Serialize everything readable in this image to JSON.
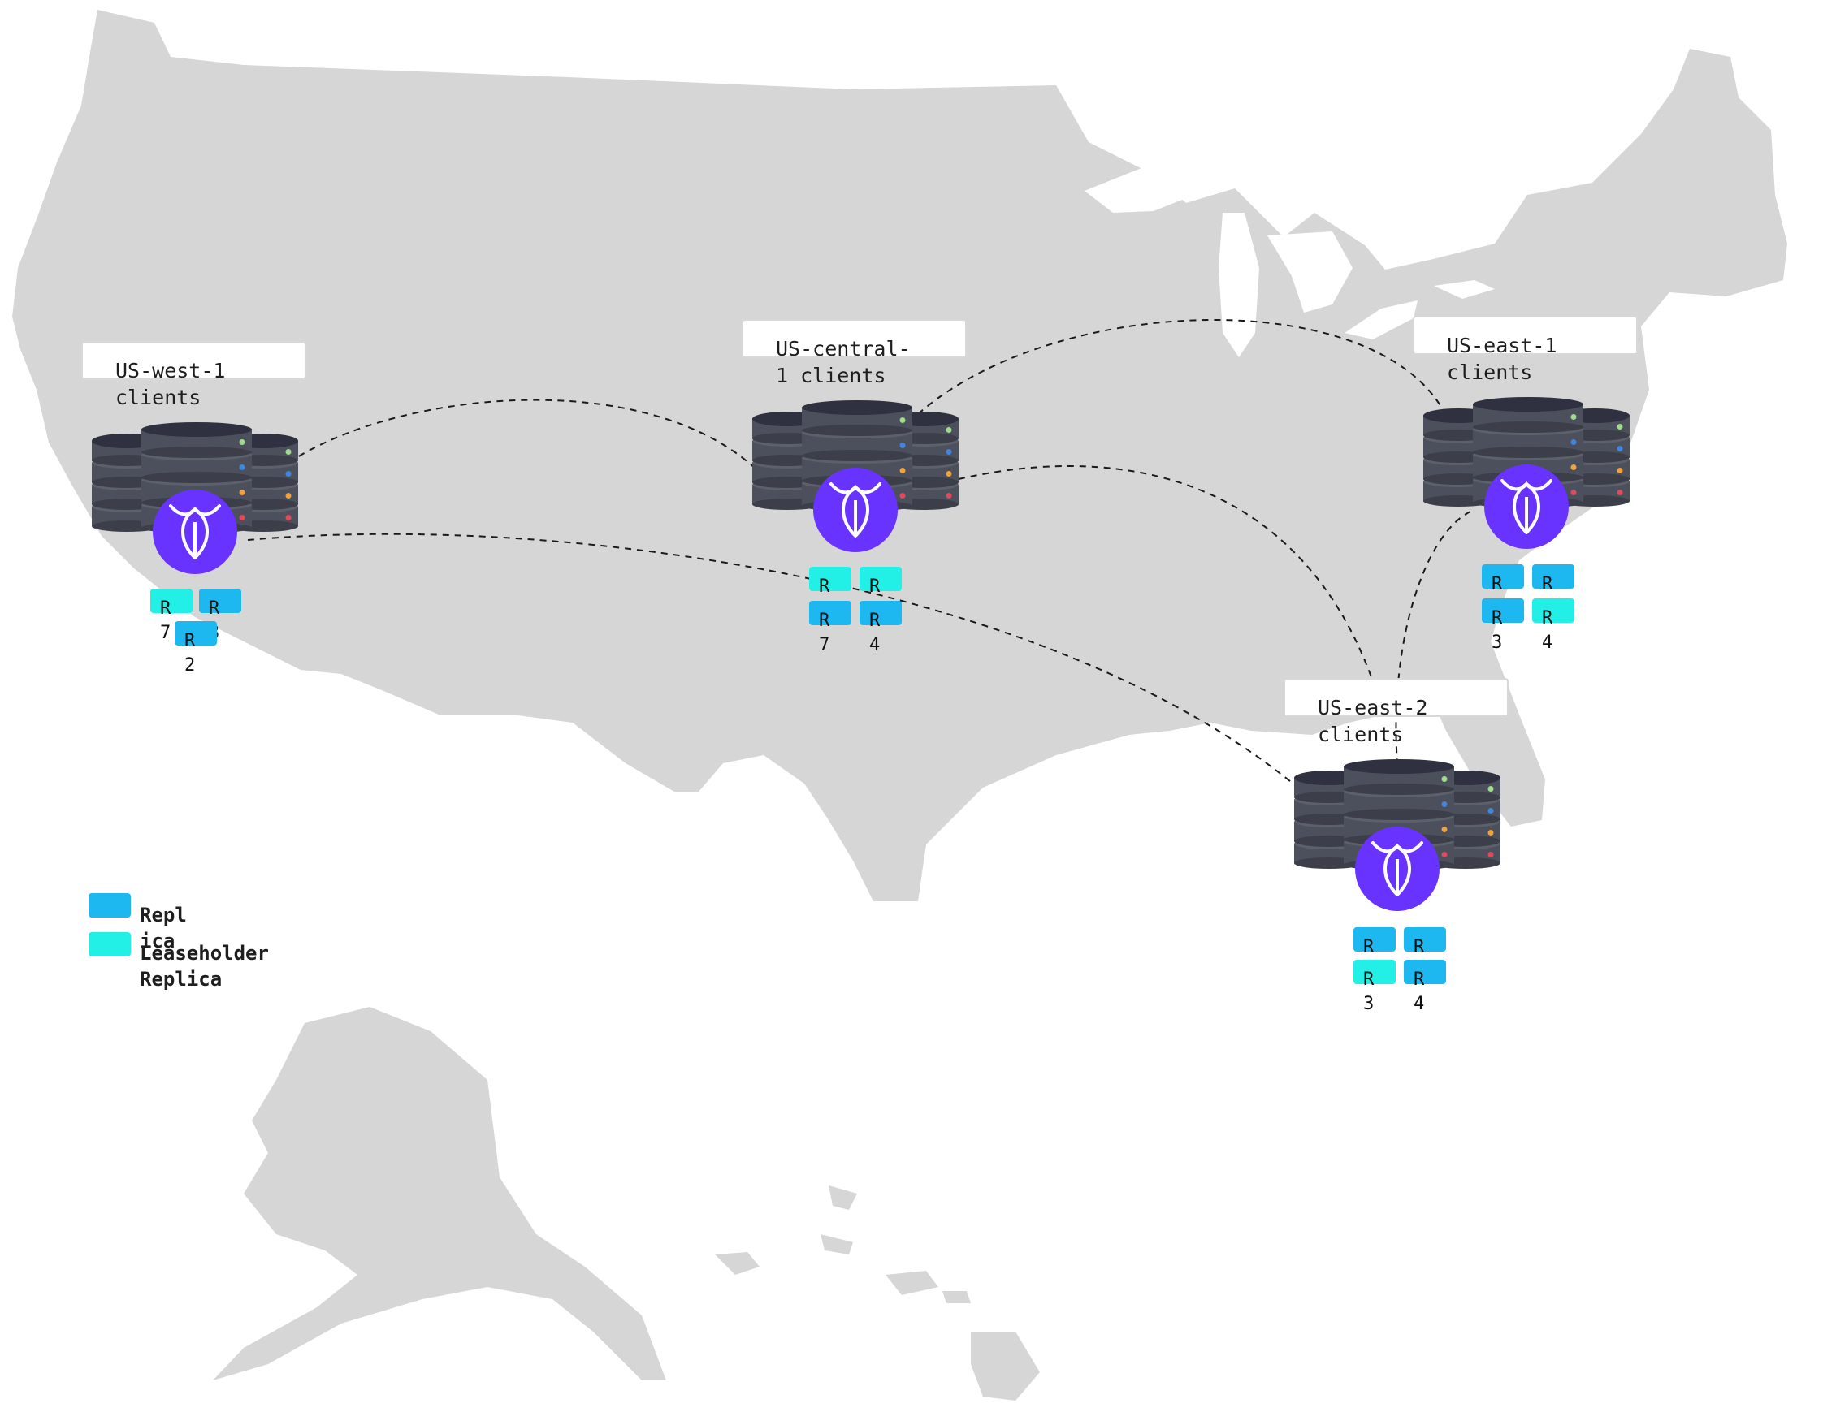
{
  "regions": [
    {
      "id": "west",
      "label": "US-west-1 clients",
      "replicas": [
        {
          "text": "R 7",
          "leaseholder": true
        },
        {
          "text": "R 3",
          "leaseholder": false
        },
        {
          "text": "R 2",
          "leaseholder": false
        }
      ]
    },
    {
      "id": "central",
      "label": "US-central-1 clients",
      "replicas": [
        {
          "text": "R 6",
          "leaseholder": true
        },
        {
          "text": "R 5",
          "leaseholder": true
        },
        {
          "text": "R 7",
          "leaseholder": false
        },
        {
          "text": "R 4",
          "leaseholder": false
        }
      ]
    },
    {
      "id": "east1",
      "label": "US-east-1 clients",
      "replicas": [
        {
          "text": "R 1",
          "leaseholder": false
        },
        {
          "text": "R 2",
          "leaseholder": false
        },
        {
          "text": "R 3",
          "leaseholder": false
        },
        {
          "text": "R 4",
          "leaseholder": true
        }
      ]
    },
    {
      "id": "east2",
      "label": "US-east-2 clients",
      "replicas": [
        {
          "text": "R 1",
          "leaseholder": false
        },
        {
          "text": "R 2",
          "leaseholder": false
        },
        {
          "text": "R 3",
          "leaseholder": true
        },
        {
          "text": "R 4",
          "leaseholder": false
        }
      ]
    }
  ],
  "legend": [
    {
      "label": "Replica",
      "color": "#1cb8ef"
    },
    {
      "label": "Leaseholder Replica",
      "color": "#22f0e6"
    }
  ],
  "colors": {
    "map": "#d6d6d6",
    "replica": "#1cb8ef",
    "leaseholder": "#22f0e6",
    "logo": "#6933ff",
    "server": "#4c505c"
  },
  "icons": {
    "server": "server-stack-icon",
    "logo": "cockroach-logo-icon"
  }
}
